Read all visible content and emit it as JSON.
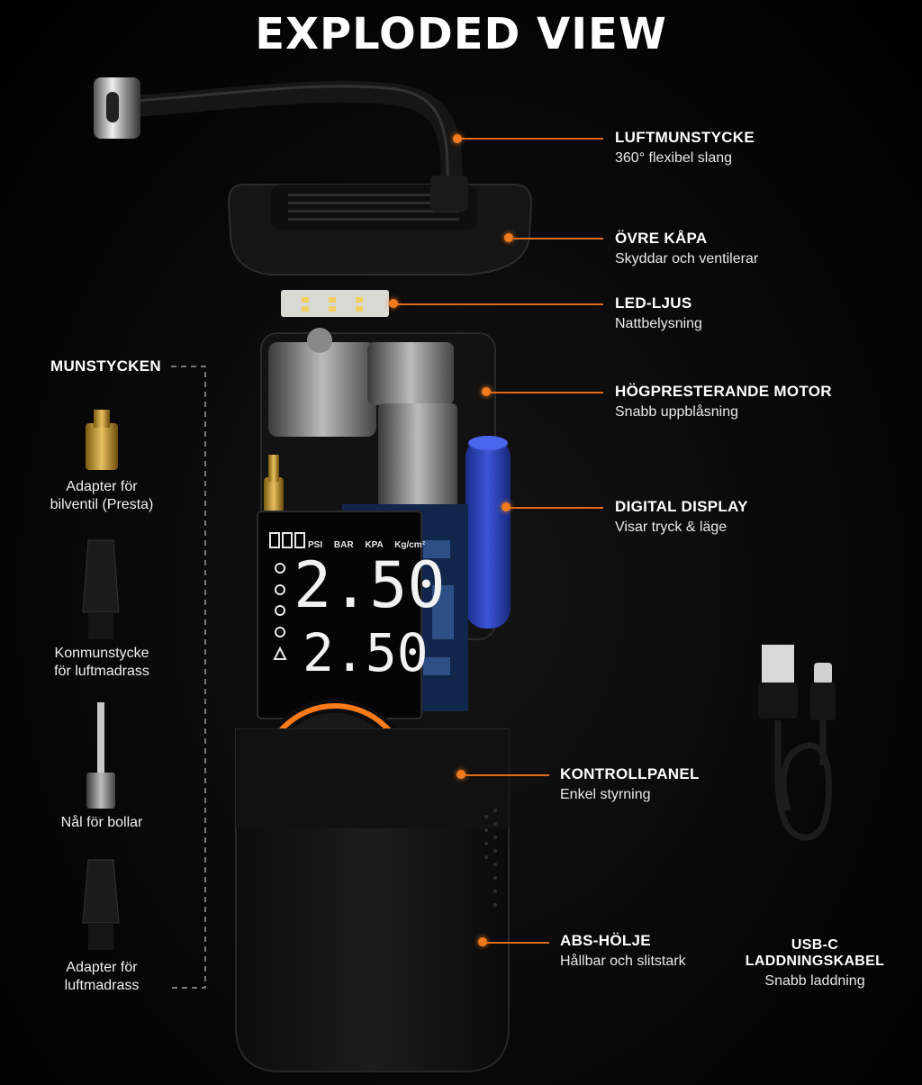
{
  "title": "EXPLODED VIEW",
  "accent_color": "#f07a1e",
  "callouts": [
    {
      "heading": "LUFTMUNSTYCKE",
      "sub": "360° flexibel slang"
    },
    {
      "heading": "ÖVRE KÅPA",
      "sub": "Skyddar och ventilerar"
    },
    {
      "heading": "LED-LJUS",
      "sub": "Nattbelysning"
    },
    {
      "heading": "HÖGPRESTERANDE MOTOR",
      "sub": "Snabb uppblåsning"
    },
    {
      "heading": "DIGITAL DISPLAY",
      "sub": "Visar tryck & läge"
    },
    {
      "heading": "KONTROLLPANEL",
      "sub": "Enkel styrning"
    },
    {
      "heading": "ABS-HÖLJE",
      "sub": "Hållbar och slitstark"
    }
  ],
  "cable": {
    "heading": "USB-C LADDNINGSKABEL",
    "sub": "Snabb laddning"
  },
  "nozzles": {
    "heading": "MUNSTYCKEN",
    "items": [
      {
        "line1": "Adapter för",
        "line2": "bilventil (Presta)"
      },
      {
        "line1": "Konmunstycke",
        "line2": "för luftmadrass"
      },
      {
        "line1": "Nål för bollar"
      },
      {
        "line1": "Adapter för",
        "line2": "luftmadrass"
      }
    ]
  },
  "display": {
    "units": [
      "PSI",
      "BAR",
      "KPA",
      "Kg/cm²"
    ],
    "reading_top": "2.50",
    "reading_bottom": "2.50"
  }
}
